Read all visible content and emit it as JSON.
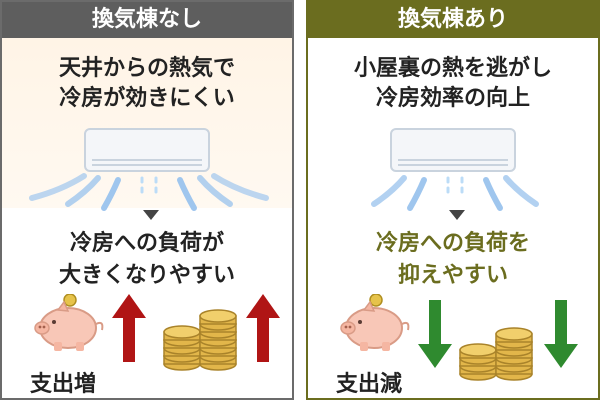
{
  "left_panel": {
    "header": "換気棟なし",
    "headline_line1": "天井からの熱気で",
    "headline_line2": "冷房が効きにくい",
    "mid_line1": "冷房への負荷が",
    "mid_line2": "大きくなりやすい",
    "bottom_label": "支出増",
    "colors": {
      "header_bg": "#5e5e5e",
      "accent": "#222222",
      "arrow": "#b01515"
    }
  },
  "right_panel": {
    "header": "換気棟あり",
    "headline_line1": "小屋裏の熱を逃がし",
    "headline_line2": "冷房効率の向上",
    "mid_line1": "冷房への負荷を",
    "mid_line2": "抑えやすい",
    "bottom_label": "支出減",
    "colors": {
      "header_bg": "#6b6d1f",
      "accent": "#6b6d1f",
      "arrow": "#2f8a2f"
    }
  },
  "icons": [
    "air-conditioner-icon",
    "airflow-icon",
    "piggy-bank-icon",
    "coin-stack-icon",
    "up-arrow-icon",
    "down-arrow-icon"
  ]
}
